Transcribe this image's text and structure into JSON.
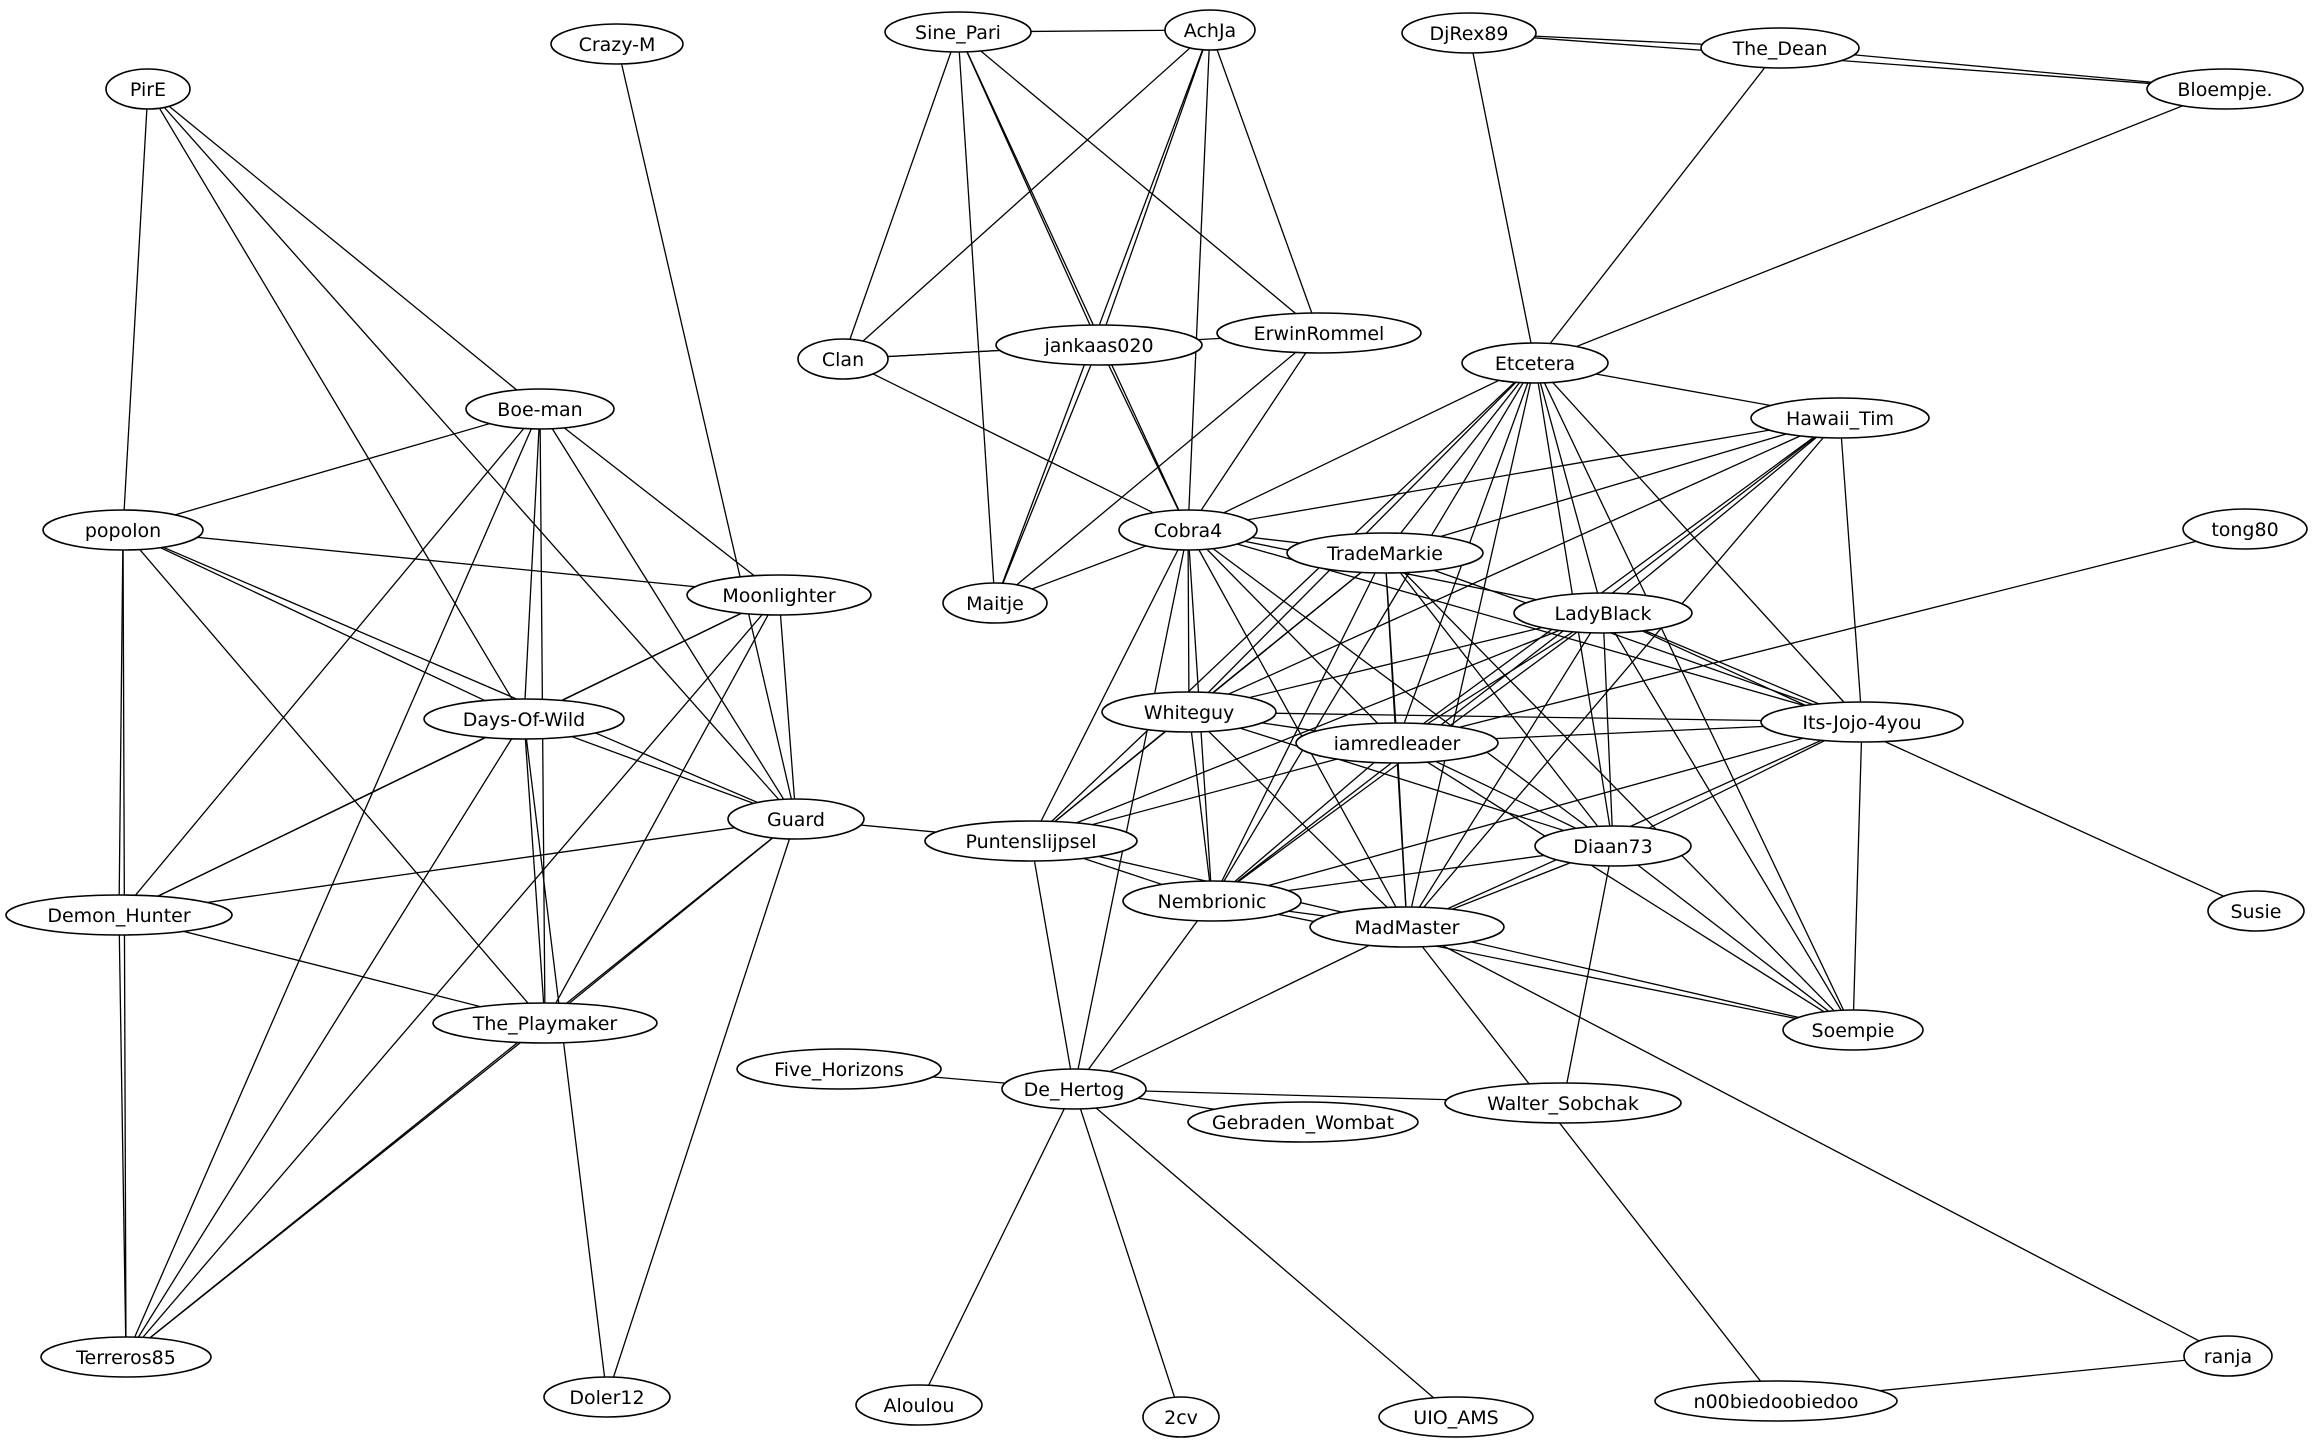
{
  "graph": {
    "nodes": [
      {
        "id": "crazy_m",
        "label": "Crazy-M"
      },
      {
        "id": "sine_pari",
        "label": "Sine_Pari"
      },
      {
        "id": "achja",
        "label": "AchJa"
      },
      {
        "id": "djrex89",
        "label": "DjRex89"
      },
      {
        "id": "the_dean",
        "label": "The_Dean"
      },
      {
        "id": "bloempje",
        "label": "Bloempje."
      },
      {
        "id": "pire",
        "label": "PirE"
      },
      {
        "id": "clan",
        "label": "Clan"
      },
      {
        "id": "jankaas020",
        "label": "jankaas020"
      },
      {
        "id": "erwinrommel",
        "label": "ErwinRommel"
      },
      {
        "id": "etcetera",
        "label": "Etcetera"
      },
      {
        "id": "boe_man",
        "label": "Boe-man"
      },
      {
        "id": "hawaii_tim",
        "label": "Hawaii_Tim"
      },
      {
        "id": "popolon",
        "label": "popolon"
      },
      {
        "id": "cobra4",
        "label": "Cobra4"
      },
      {
        "id": "tong80",
        "label": "tong80"
      },
      {
        "id": "trademarkie",
        "label": "TradeMarkie"
      },
      {
        "id": "moonlighter",
        "label": "Moonlighter"
      },
      {
        "id": "maitje",
        "label": "Maitje"
      },
      {
        "id": "ladyblack",
        "label": "LadyBlack"
      },
      {
        "id": "whiteguy",
        "label": "Whiteguy"
      },
      {
        "id": "days_of_wild",
        "label": "Days-Of-Wild"
      },
      {
        "id": "its_jojo",
        "label": "Its-Jojo-4you"
      },
      {
        "id": "iamredleader",
        "label": "iamredleader"
      },
      {
        "id": "guard",
        "label": "Guard"
      },
      {
        "id": "puntenslijpsel",
        "label": "Puntenslijpsel"
      },
      {
        "id": "diaan73",
        "label": "Diaan73"
      },
      {
        "id": "demon_hunter",
        "label": "Demon_Hunter"
      },
      {
        "id": "nembrionic",
        "label": "Nembrionic"
      },
      {
        "id": "susie",
        "label": "Susie"
      },
      {
        "id": "madmaster",
        "label": "MadMaster"
      },
      {
        "id": "the_playmaker",
        "label": "The_Playmaker"
      },
      {
        "id": "soempie",
        "label": "Soempie"
      },
      {
        "id": "five_horizons",
        "label": "Five_Horizons"
      },
      {
        "id": "de_hertog",
        "label": "De_Hertog"
      },
      {
        "id": "walter_sobchak",
        "label": "Walter_Sobchak"
      },
      {
        "id": "gebraden_wombat",
        "label": "Gebraden_Wombat"
      },
      {
        "id": "ranja",
        "label": "ranja"
      },
      {
        "id": "terreros85",
        "label": "Terreros85"
      },
      {
        "id": "doler12",
        "label": "Doler12"
      },
      {
        "id": "n00biedoobiedoo",
        "label": "n00biedoobiedoo"
      },
      {
        "id": "aloulou",
        "label": "Aloulou"
      },
      {
        "id": "cv2",
        "label": "2cv"
      },
      {
        "id": "uio_ams",
        "label": "UIO_AMS"
      }
    ],
    "edges": [
      [
        "sine_pari",
        "achja"
      ],
      [
        "sine_pari",
        "clan"
      ],
      [
        "sine_pari",
        "jankaas020"
      ],
      [
        "sine_pari",
        "cobra4"
      ],
      [
        "sine_pari",
        "erwinrommel"
      ],
      [
        "sine_pari",
        "maitje"
      ],
      [
        "achja",
        "clan"
      ],
      [
        "achja",
        "jankaas020"
      ],
      [
        "achja",
        "cobra4"
      ],
      [
        "achja",
        "erwinrommel"
      ],
      [
        "achja",
        "maitje"
      ],
      [
        "djrex89",
        "the_dean"
      ],
      [
        "djrex89",
        "bloempje"
      ],
      [
        "djrex89",
        "etcetera"
      ],
      [
        "the_dean",
        "bloempje"
      ],
      [
        "the_dean",
        "etcetera"
      ],
      [
        "bloempje",
        "etcetera"
      ],
      [
        "clan",
        "jankaas020"
      ],
      [
        "clan",
        "erwinrommel"
      ],
      [
        "clan",
        "cobra4"
      ],
      [
        "jankaas020",
        "cobra4"
      ],
      [
        "jankaas020",
        "maitje"
      ],
      [
        "erwinrommel",
        "cobra4"
      ],
      [
        "erwinrommel",
        "maitje"
      ],
      [
        "cobra4",
        "maitje"
      ],
      [
        "cobra4",
        "whiteguy"
      ],
      [
        "cobra4",
        "trademarkie"
      ],
      [
        "cobra4",
        "ladyblack"
      ],
      [
        "cobra4",
        "its_jojo"
      ],
      [
        "cobra4",
        "iamredleader"
      ],
      [
        "cobra4",
        "diaan73"
      ],
      [
        "cobra4",
        "nembrionic"
      ],
      [
        "cobra4",
        "madmaster"
      ],
      [
        "cobra4",
        "puntenslijpsel"
      ],
      [
        "cobra4",
        "de_hertog"
      ],
      [
        "etcetera",
        "cobra4"
      ],
      [
        "etcetera",
        "hawaii_tim"
      ],
      [
        "etcetera",
        "trademarkie"
      ],
      [
        "etcetera",
        "ladyblack"
      ],
      [
        "etcetera",
        "whiteguy"
      ],
      [
        "etcetera",
        "iamredleader"
      ],
      [
        "etcetera",
        "its_jojo"
      ],
      [
        "etcetera",
        "diaan73"
      ],
      [
        "etcetera",
        "madmaster"
      ],
      [
        "etcetera",
        "soempie"
      ],
      [
        "etcetera",
        "nembrionic"
      ],
      [
        "etcetera",
        "puntenslijpsel"
      ],
      [
        "hawaii_tim",
        "cobra4"
      ],
      [
        "hawaii_tim",
        "trademarkie"
      ],
      [
        "hawaii_tim",
        "ladyblack"
      ],
      [
        "hawaii_tim",
        "whiteguy"
      ],
      [
        "hawaii_tim",
        "its_jojo"
      ],
      [
        "hawaii_tim",
        "iamredleader"
      ],
      [
        "hawaii_tim",
        "nembrionic"
      ],
      [
        "hawaii_tim",
        "madmaster"
      ],
      [
        "trademarkie",
        "whiteguy"
      ],
      [
        "trademarkie",
        "iamredleader"
      ],
      [
        "trademarkie",
        "its_jojo"
      ],
      [
        "trademarkie",
        "diaan73"
      ],
      [
        "trademarkie",
        "nembrionic"
      ],
      [
        "trademarkie",
        "madmaster"
      ],
      [
        "trademarkie",
        "soempie"
      ],
      [
        "trademarkie",
        "puntenslijpsel"
      ],
      [
        "ladyblack",
        "whiteguy"
      ],
      [
        "ladyblack",
        "iamredleader"
      ],
      [
        "ladyblack",
        "its_jojo"
      ],
      [
        "ladyblack",
        "diaan73"
      ],
      [
        "ladyblack",
        "nembrionic"
      ],
      [
        "ladyblack",
        "madmaster"
      ],
      [
        "ladyblack",
        "soempie"
      ],
      [
        "ladyblack",
        "susie"
      ],
      [
        "ladyblack",
        "puntenslijpsel"
      ],
      [
        "tong80",
        "iamredleader"
      ],
      [
        "whiteguy",
        "its_jojo"
      ],
      [
        "whiteguy",
        "iamredleader"
      ],
      [
        "whiteguy",
        "diaan73"
      ],
      [
        "whiteguy",
        "nembrionic"
      ],
      [
        "whiteguy",
        "madmaster"
      ],
      [
        "whiteguy",
        "puntenslijpsel"
      ],
      [
        "its_jojo",
        "iamredleader"
      ],
      [
        "its_jojo",
        "diaan73"
      ],
      [
        "its_jojo",
        "nembrionic"
      ],
      [
        "its_jojo",
        "madmaster"
      ],
      [
        "its_jojo",
        "soempie"
      ],
      [
        "iamredleader",
        "diaan73"
      ],
      [
        "iamredleader",
        "nembrionic"
      ],
      [
        "iamredleader",
        "madmaster"
      ],
      [
        "iamredleader",
        "soempie"
      ],
      [
        "iamredleader",
        "puntenslijpsel"
      ],
      [
        "diaan73",
        "nembrionic"
      ],
      [
        "diaan73",
        "madmaster"
      ],
      [
        "diaan73",
        "soempie"
      ],
      [
        "diaan73",
        "walter_sobchak"
      ],
      [
        "nembrionic",
        "madmaster"
      ],
      [
        "nembrionic",
        "soempie"
      ],
      [
        "nembrionic",
        "de_hertog"
      ],
      [
        "madmaster",
        "soempie"
      ],
      [
        "madmaster",
        "ranja"
      ],
      [
        "madmaster",
        "n00biedoobiedoo"
      ],
      [
        "madmaster",
        "de_hertog"
      ],
      [
        "madmaster",
        "puntenslijpsel"
      ],
      [
        "puntenslijpsel",
        "nembrionic"
      ],
      [
        "puntenslijpsel",
        "guard"
      ],
      [
        "puntenslijpsel",
        "de_hertog"
      ],
      [
        "ranja",
        "n00biedoobiedoo"
      ],
      [
        "pire",
        "popolon"
      ],
      [
        "pire",
        "boe_man"
      ],
      [
        "pire",
        "days_of_wild"
      ],
      [
        "pire",
        "guard"
      ],
      [
        "crazy_m",
        "guard"
      ],
      [
        "boe_man",
        "popolon"
      ],
      [
        "boe_man",
        "moonlighter"
      ],
      [
        "boe_man",
        "days_of_wild"
      ],
      [
        "boe_man",
        "guard"
      ],
      [
        "boe_man",
        "demon_hunter"
      ],
      [
        "boe_man",
        "the_playmaker"
      ],
      [
        "boe_man",
        "terreros85"
      ],
      [
        "popolon",
        "moonlighter"
      ],
      [
        "popolon",
        "days_of_wild"
      ],
      [
        "popolon",
        "guard"
      ],
      [
        "popolon",
        "demon_hunter"
      ],
      [
        "popolon",
        "the_playmaker"
      ],
      [
        "popolon",
        "terreros85"
      ],
      [
        "moonlighter",
        "days_of_wild"
      ],
      [
        "moonlighter",
        "guard"
      ],
      [
        "moonlighter",
        "demon_hunter"
      ],
      [
        "moonlighter",
        "the_playmaker"
      ],
      [
        "moonlighter",
        "terreros85"
      ],
      [
        "days_of_wild",
        "guard"
      ],
      [
        "days_of_wild",
        "demon_hunter"
      ],
      [
        "days_of_wild",
        "the_playmaker"
      ],
      [
        "days_of_wild",
        "terreros85"
      ],
      [
        "days_of_wild",
        "doler12"
      ],
      [
        "guard",
        "demon_hunter"
      ],
      [
        "guard",
        "the_playmaker"
      ],
      [
        "guard",
        "terreros85"
      ],
      [
        "guard",
        "doler12"
      ],
      [
        "demon_hunter",
        "the_playmaker"
      ],
      [
        "demon_hunter",
        "terreros85"
      ],
      [
        "the_playmaker",
        "terreros85"
      ],
      [
        "de_hertog",
        "five_horizons"
      ],
      [
        "de_hertog",
        "walter_sobchak"
      ],
      [
        "de_hertog",
        "gebraden_wombat"
      ],
      [
        "de_hertog",
        "aloulou"
      ],
      [
        "de_hertog",
        "cv2"
      ],
      [
        "de_hertog",
        "uio_ams"
      ]
    ]
  }
}
